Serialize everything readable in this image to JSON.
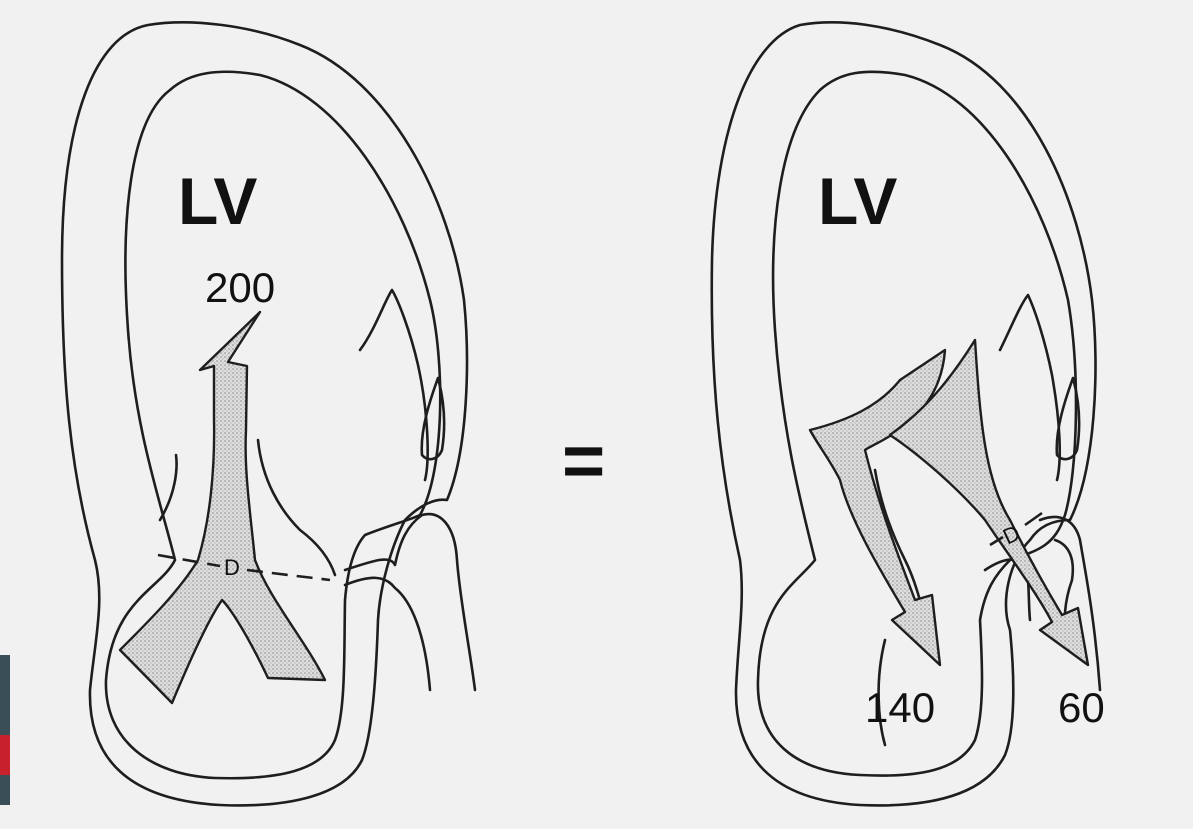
{
  "left_panel": {
    "chamber_label": "LV",
    "flow_value": "200",
    "diameter_label": "D"
  },
  "equals_sign": "=",
  "right_panel": {
    "chamber_label": "LV",
    "flow_value_left": "140",
    "flow_value_right": "60",
    "diameter_label": "D"
  },
  "colors": {
    "background": "#f1f1f1",
    "stroke": "#1e1e1e",
    "flow_fill": "#d9d9d9"
  }
}
